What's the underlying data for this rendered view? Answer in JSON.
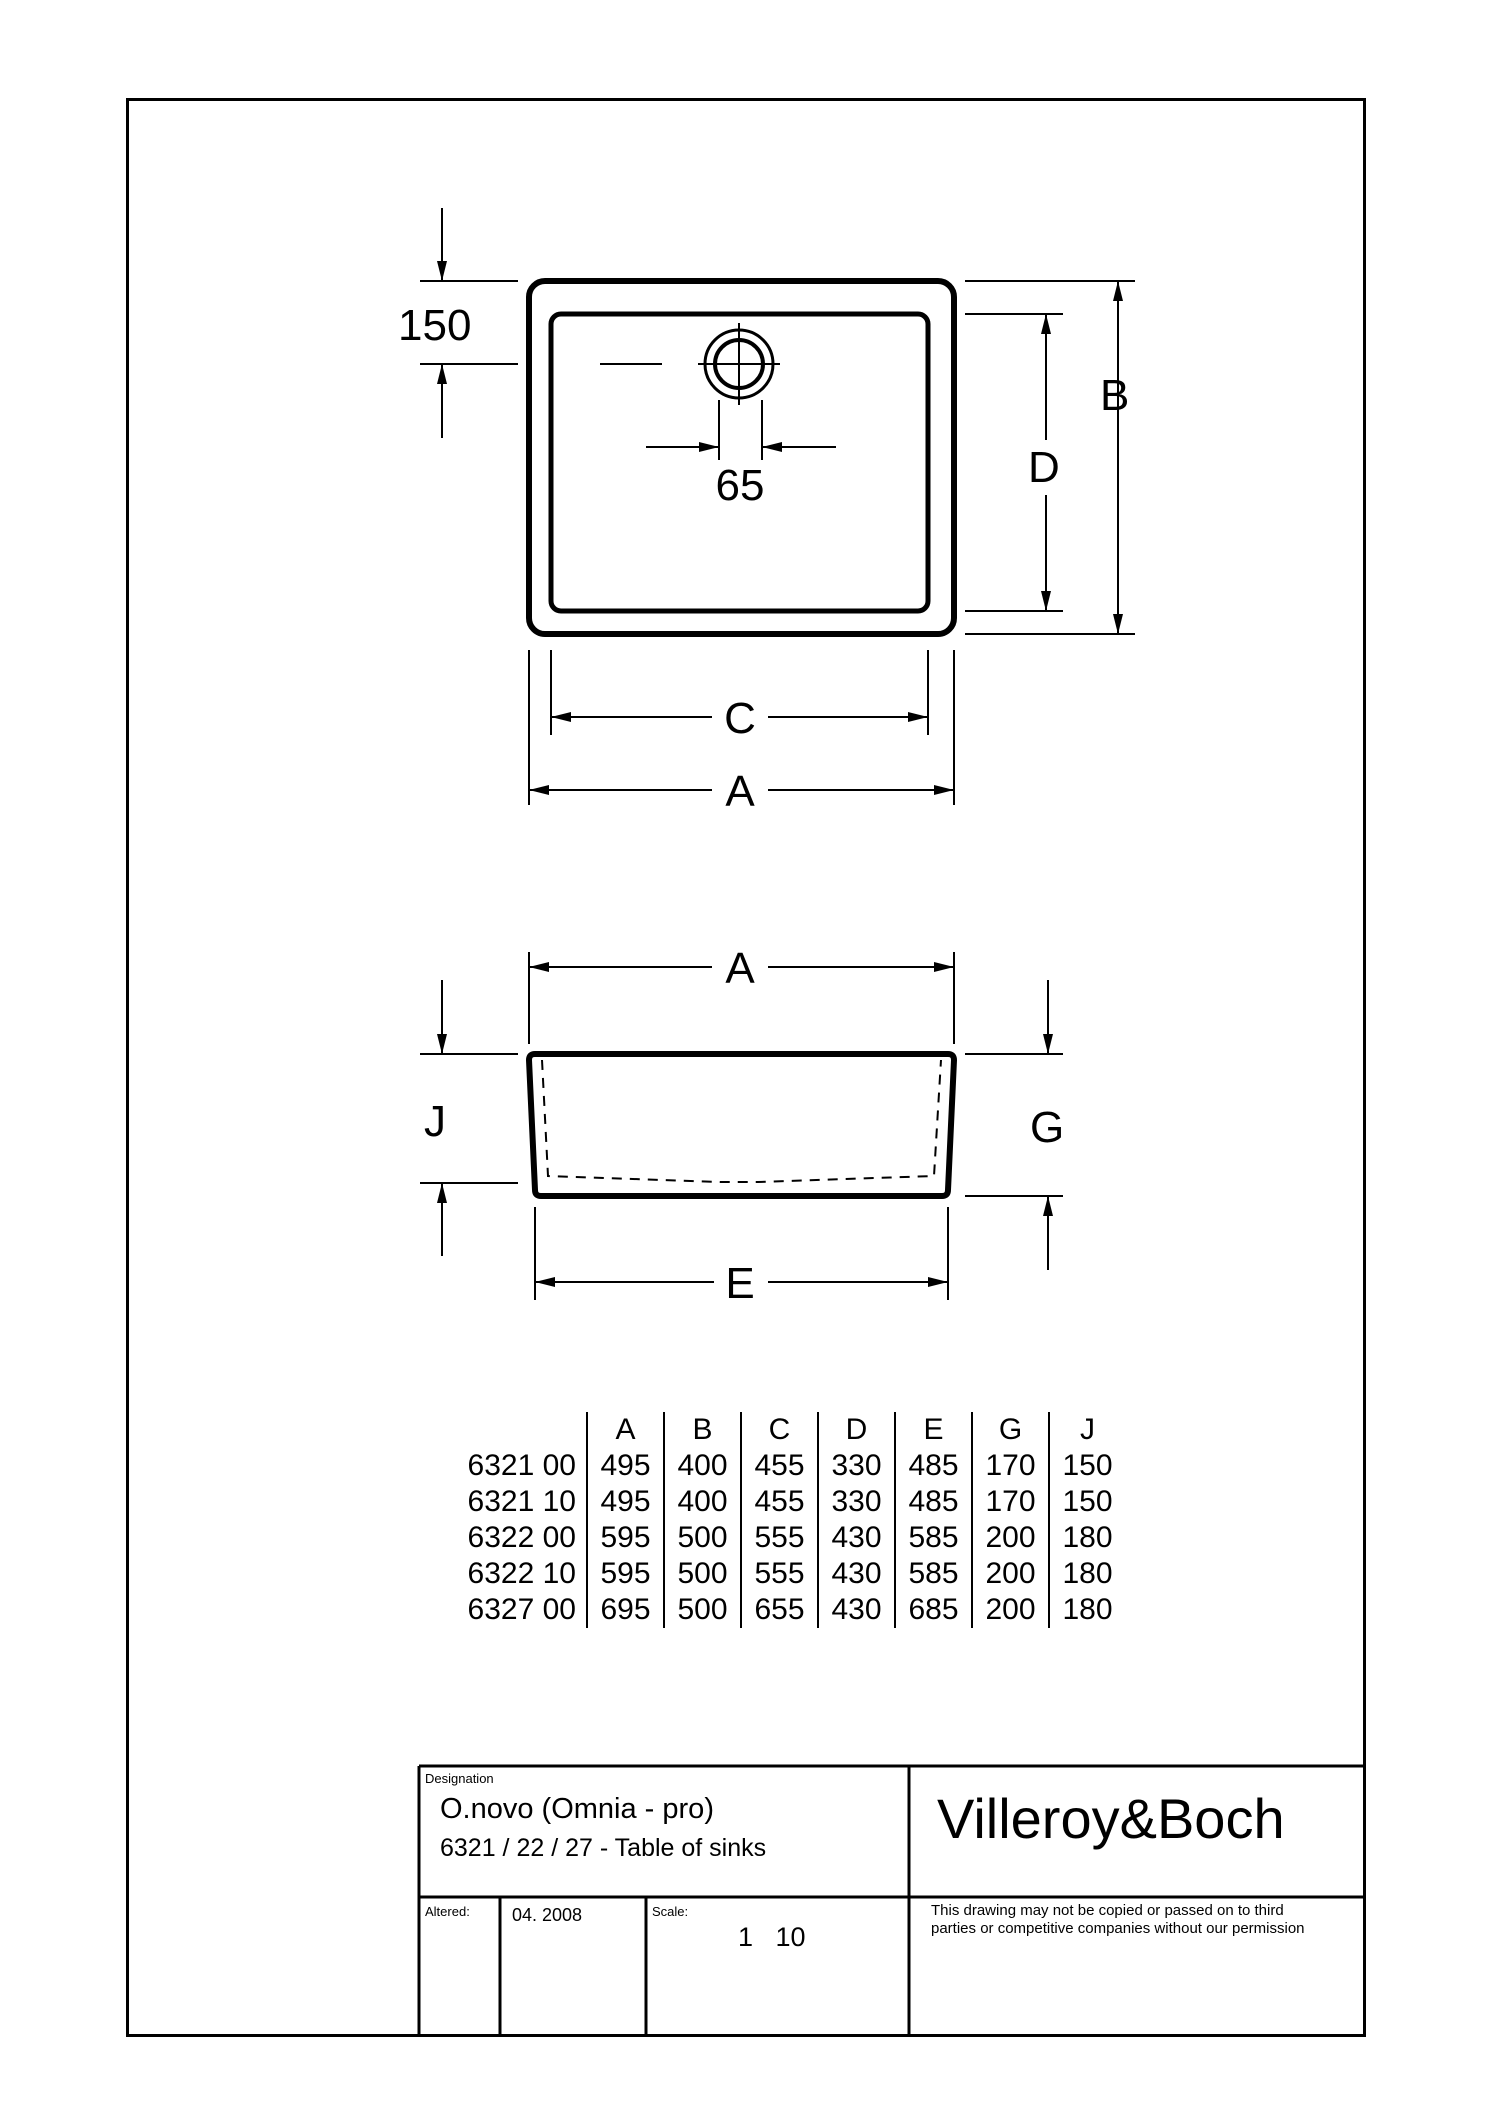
{
  "top_view": {
    "dim_150": "150",
    "dim_65": "65",
    "label_B": "B",
    "label_D": "D",
    "label_C": "C",
    "label_A": "A"
  },
  "side_view": {
    "label_A": "A",
    "label_J": "J",
    "label_G": "G",
    "label_E": "E"
  },
  "table": {
    "headers": [
      "A",
      "B",
      "C",
      "D",
      "E",
      "G",
      "J"
    ],
    "rows": [
      {
        "code": "6321 00",
        "values": [
          "495",
          "400",
          "455",
          "330",
          "485",
          "170",
          "150"
        ]
      },
      {
        "code": "6321 10",
        "values": [
          "495",
          "400",
          "455",
          "330",
          "485",
          "170",
          "150"
        ]
      },
      {
        "code": "6322 00",
        "values": [
          "595",
          "500",
          "555",
          "430",
          "585",
          "200",
          "180"
        ]
      },
      {
        "code": "6322 10",
        "values": [
          "595",
          "500",
          "555",
          "430",
          "585",
          "200",
          "180"
        ]
      },
      {
        "code": "6327 00",
        "values": [
          "695",
          "500",
          "655",
          "430",
          "685",
          "200",
          "180"
        ]
      }
    ]
  },
  "title_block": {
    "designation_label": "Designation",
    "title": "O.novo (Omnia - pro)",
    "subtitle": "6321 / 22 / 27 - Table of sinks",
    "brand": "Villeroy&Boch",
    "altered_label": "Altered:",
    "altered_value": "04. 2008",
    "scale_label": "Scale:",
    "scale_value": "1   10",
    "notice_line1": "This drawing may not be copied or passed on to third",
    "notice_line2": "parties or competitive companies without our permission"
  }
}
